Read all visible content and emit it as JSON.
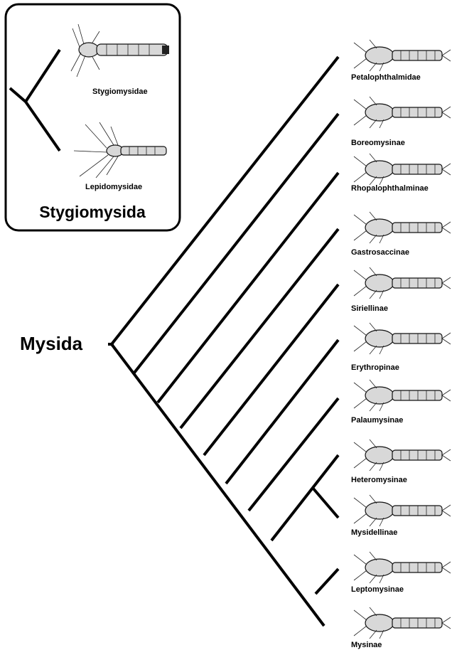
{
  "diagram": {
    "root_label": "Mysida",
    "inset": {
      "title": "Stygiomysida",
      "taxa": [
        "Stygiomysidae",
        "Lepidomysidae"
      ]
    },
    "taxa": [
      "Petalophthalmidae",
      "Boreomysinae",
      "Rhopalophthalminae",
      "Gastrosaccinae",
      "Siriellinae",
      "Erythropinae",
      "Palaumysinae",
      "Heteromysinae",
      "Mysidellinae",
      "Leptomysinae",
      "Mysinae"
    ],
    "icon_names": [
      "mysid-illustration-icon"
    ],
    "colors": {
      "line": "#000000",
      "background": "#ffffff",
      "inset_border": "#000000"
    }
  }
}
